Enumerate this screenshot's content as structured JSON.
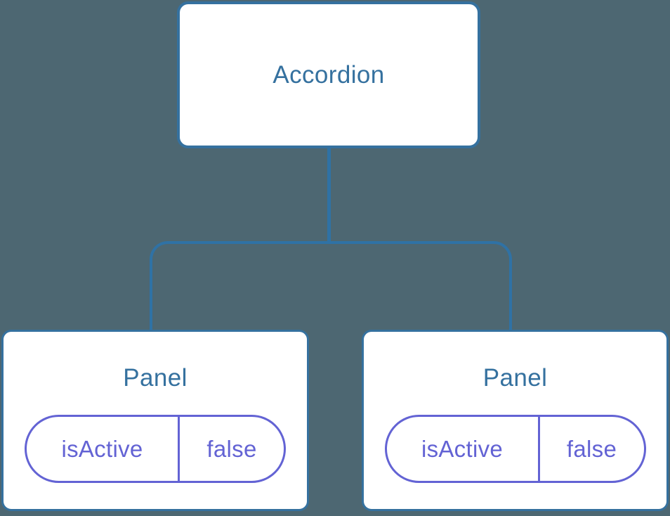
{
  "colors": {
    "background": "#4D6772",
    "node_background": "#FFFFFF",
    "node_border": "#35719F",
    "node_text": "#35719F",
    "connector": "#2F72A5",
    "state_accent": "#6363D4"
  },
  "tree": {
    "root": {
      "label": "Accordion"
    },
    "children": [
      {
        "label": "Panel",
        "state": {
          "key": "isActive",
          "value": "false"
        }
      },
      {
        "label": "Panel",
        "state": {
          "key": "isActive",
          "value": "false"
        }
      }
    ]
  }
}
